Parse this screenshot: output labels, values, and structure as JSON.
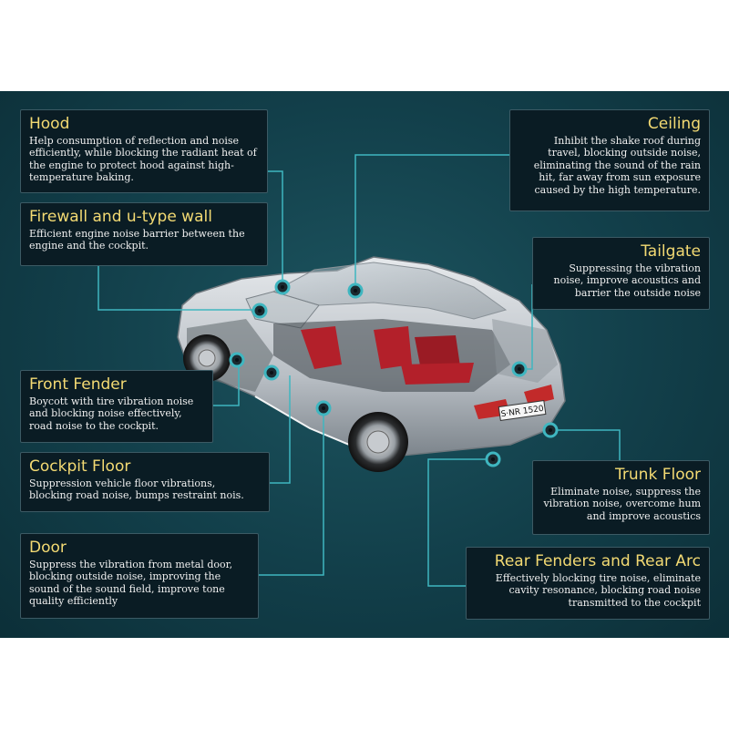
{
  "labels": {
    "hood": {
      "title": "Hood",
      "desc": "Help consumption of reflection and noise efficiently, while blocking the radiant heat of the engine to protect hood against high-temperature baking."
    },
    "firewall": {
      "title": "Firewall and u-type wall",
      "desc": "Efficient engine noise barrier between the engine and the cockpit."
    },
    "front_fender": {
      "title": "Front Fender",
      "desc": "Boycott with tire vibration noise and blocking noise effectively, road noise to the cockpit."
    },
    "cockpit_floor": {
      "title": "Cockpit Floor",
      "desc": "Suppression vehicle floor vibrations, blocking road noise, bumps restraint nois."
    },
    "door": {
      "title": "Door",
      "desc": "Suppress the vibration from metal door, blocking outside noise, improving the sound of the sound field, improve tone quality efficiently"
    },
    "ceiling": {
      "title": "Ceiling",
      "desc": "Inhibit the shake roof during travel, blocking outside noise, eliminating the sound of the rain hit, far away from sun exposure caused by the high temperature."
    },
    "tailgate": {
      "title": "Tailgate",
      "desc": "Suppressing the vibration noise, improve acoustics and barrier the outside noise"
    },
    "trunk_floor": {
      "title": "Trunk Floor",
      "desc": "Eliminate noise, suppress the vibration noise, overcome hum and improve acoustics"
    },
    "rear_fenders": {
      "title": "Rear Fenders and Rear Arc",
      "desc": "Effectively blocking tire noise, eliminate cavity resonance, blocking road noise transmitted to the cockpit"
    }
  },
  "license_plate": "S·NR 1520",
  "colors": {
    "panel": "#123f4a",
    "title": "#f3da73",
    "box": "#0a1c24",
    "line": "#3fb6c0",
    "car_body": "#c8cdd2",
    "seat_red": "#b3202a"
  },
  "icons": {
    "marker": "ring-marker-icon"
  }
}
